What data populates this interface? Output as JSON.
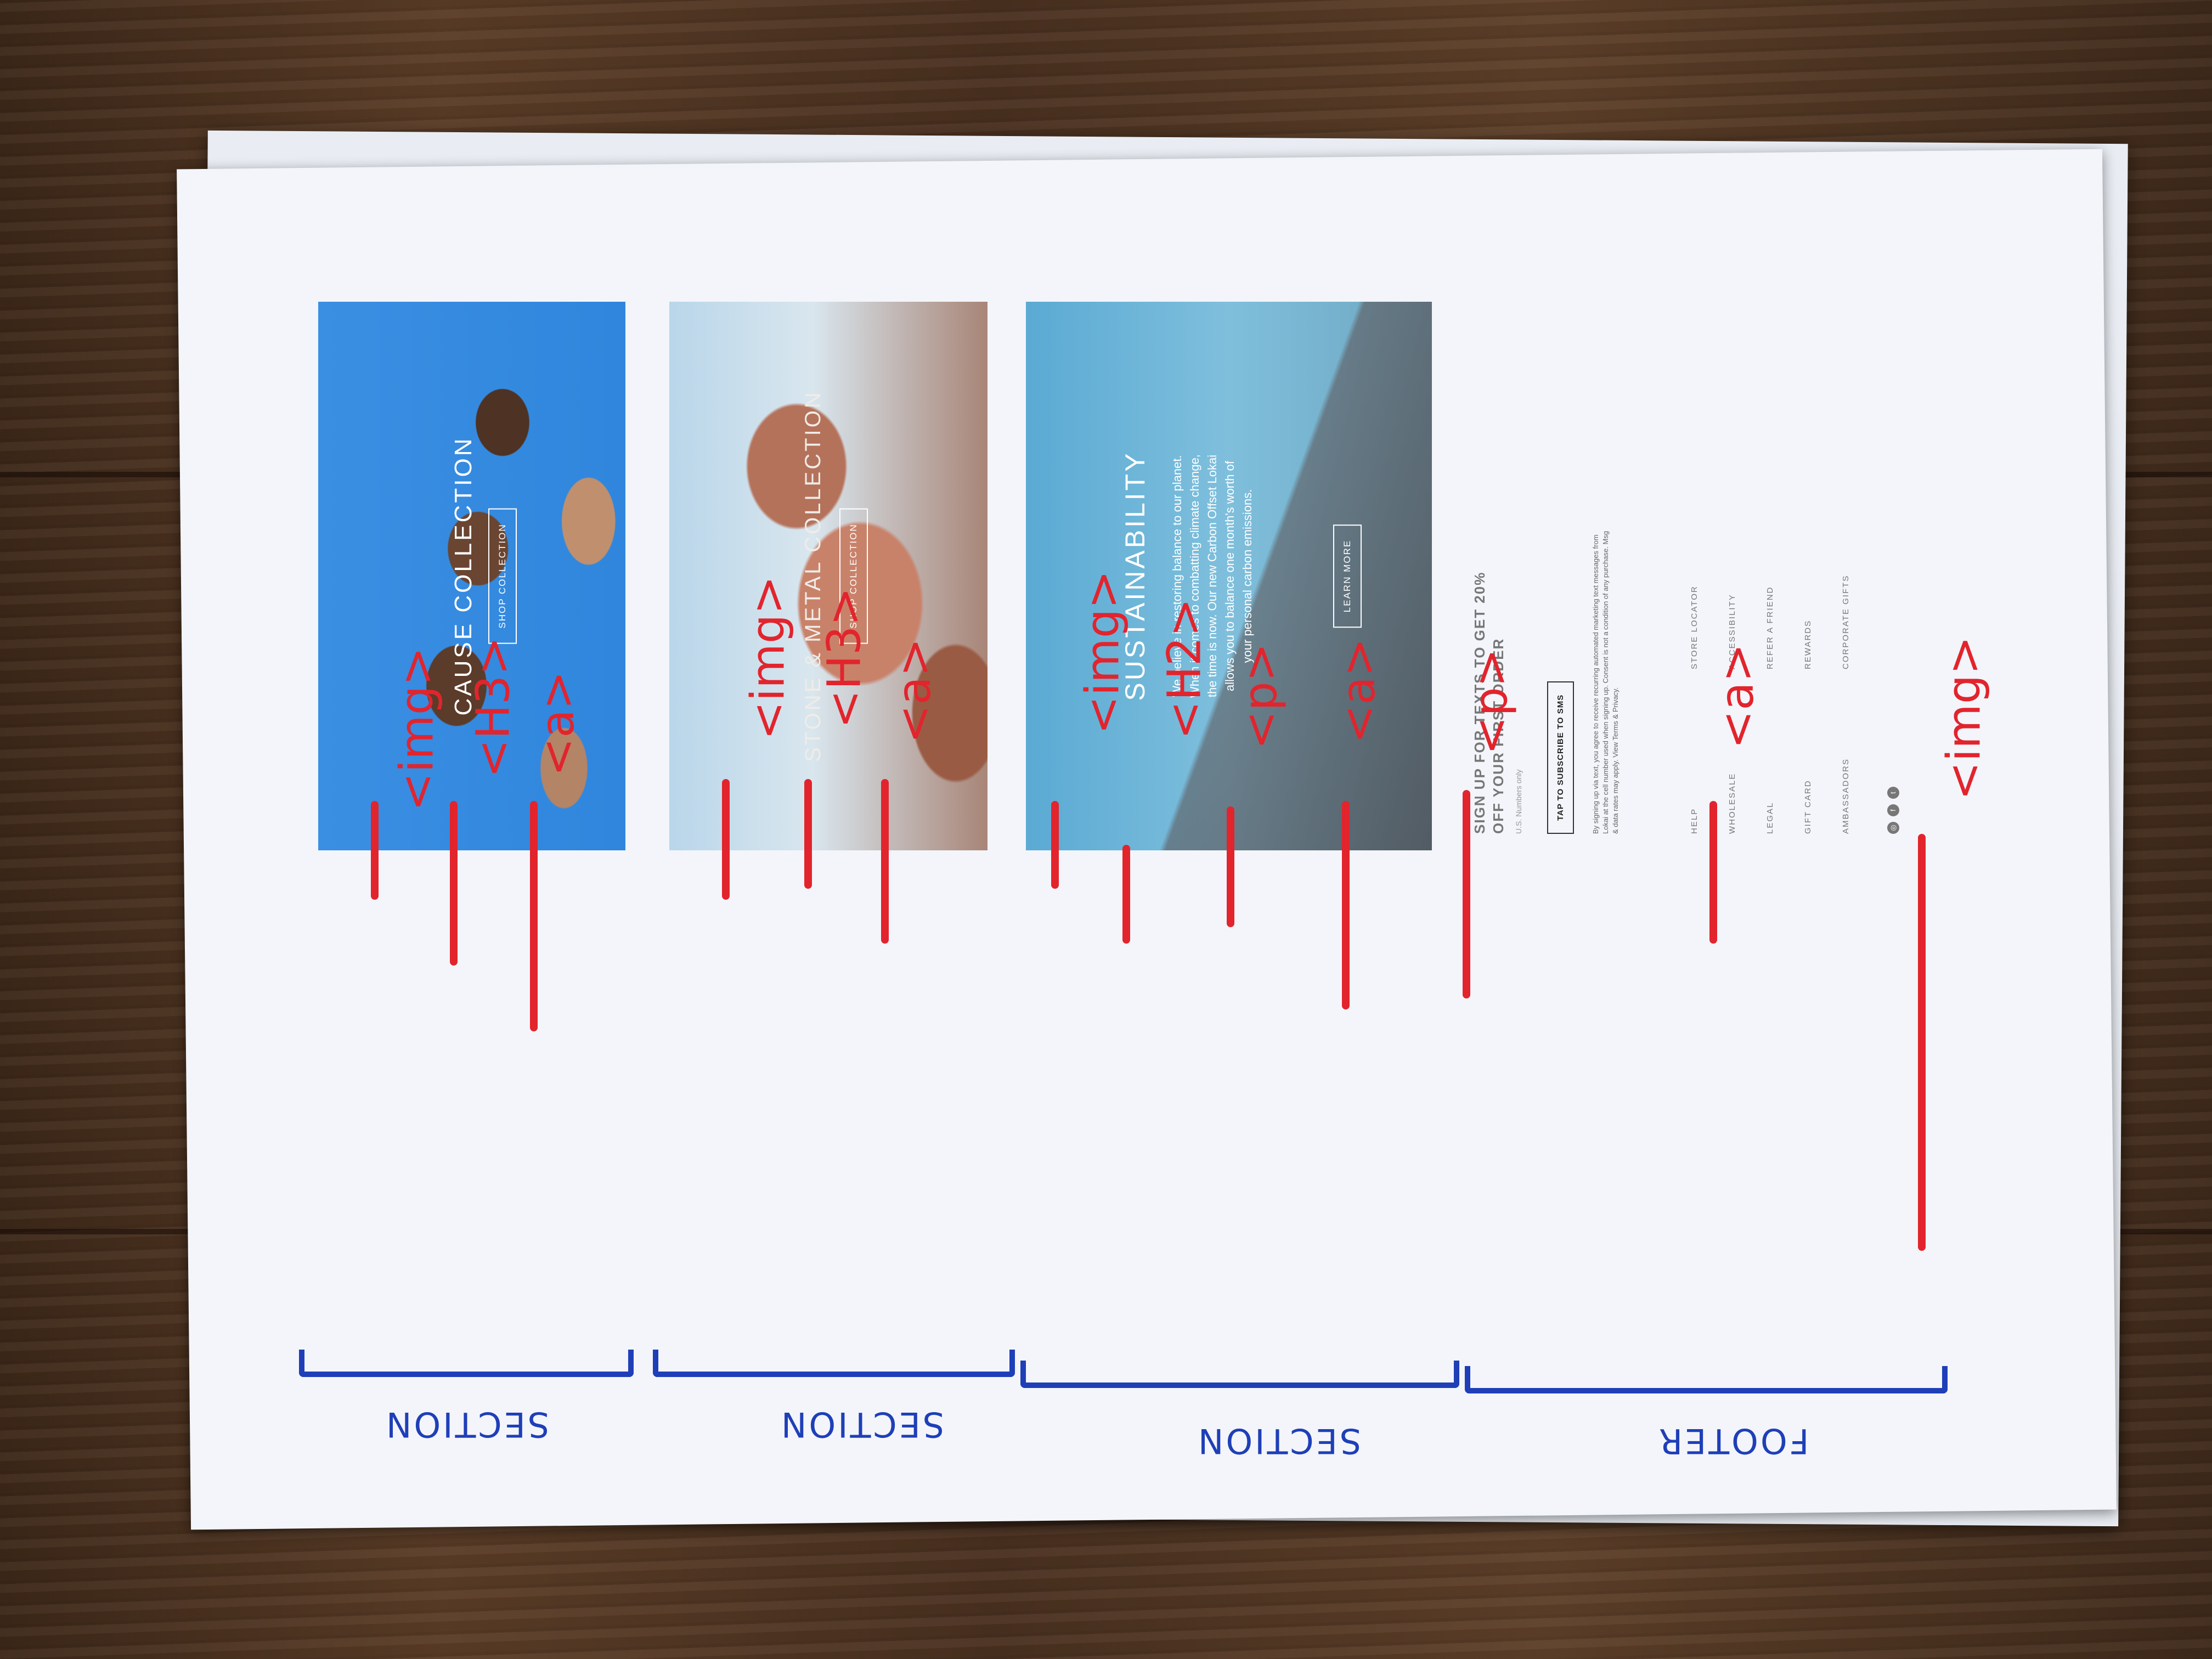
{
  "cause": {
    "title": "CAUSE COLLECTION",
    "button": "SHOP COLLECTION"
  },
  "stone": {
    "title": "STONE & METAL COLLECTION",
    "button": "SHOP COLLECTION"
  },
  "sustainability": {
    "title": "SUSTAINABILITY",
    "text": "We believe in restoring balance to our planet. When it comes to combatting climate change, the time is now. Our new Carbon Offset Lokai allows you to balance one month's worth of your personal carbon emissions.",
    "button": "LEARN MORE"
  },
  "footer": {
    "sms_heading": "SIGN UP FOR TEXTS TO GET 20% OFF YOUR FIRST ORDER",
    "sms_note": "U.S. Numbers only",
    "sms_button": "TAP TO SUBSCRIBE TO SMS",
    "sms_legal": "By signing up via text, you agree to receive recurring automated marketing text messages from Lokai at the cell number used when signing up. Consent is not a condition of any purchase. Msg & data rates may apply. View Terms & Privacy.",
    "links": [
      "HELP",
      "STORE LOCATOR",
      "WHOLESALE",
      "ACCESSIBILITY",
      "LEGAL",
      "REFER A FRIEND",
      "GIFT CARD",
      "REWARDS",
      "AMBASSADORS",
      "CORPORATE GIFTS"
    ]
  },
  "annotations": {
    "img1": "<img>",
    "h3_1": "<H3>",
    "a1": "<a>",
    "img2": "<img>",
    "h3_2": "<H3>",
    "a2": "<a>",
    "img3": "<img>",
    "h2": "<H2>",
    "p1": "<p>",
    "a3": "<a>",
    "p2": "<p>",
    "a4": "<a>",
    "img4": "<img>"
  },
  "section_labels": [
    "SECTION",
    "SECTION",
    "SECTION",
    "FOOTER"
  ]
}
